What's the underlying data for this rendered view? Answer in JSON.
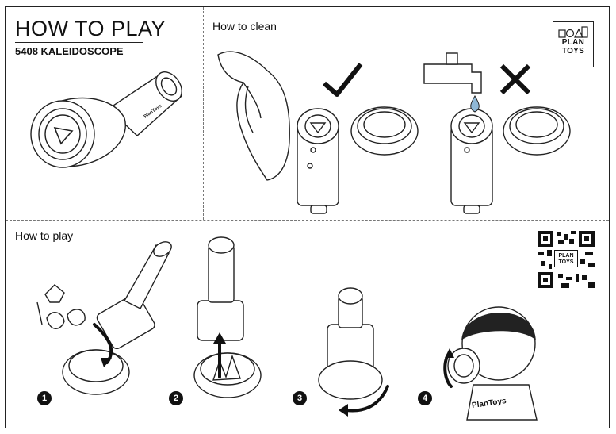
{
  "header": {
    "title": "HOW TO PLAY",
    "subtitle": "5408 KALEIDOSCOPE"
  },
  "sections": {
    "clean": {
      "label": "How to clean"
    },
    "play": {
      "label": "How to play"
    }
  },
  "brand": {
    "line1": "PLAN",
    "line2": "TOYS",
    "scope_mark": "PlanToys",
    "shirt_text": "PlanToys"
  },
  "qr": {
    "logo_line1": "PLAN",
    "logo_line2": "TOYS"
  },
  "steps": [
    "1",
    "2",
    "3",
    "4"
  ],
  "colors": {
    "ink": "#111111",
    "water": "#8fb8d6",
    "paper": "#ffffff"
  }
}
